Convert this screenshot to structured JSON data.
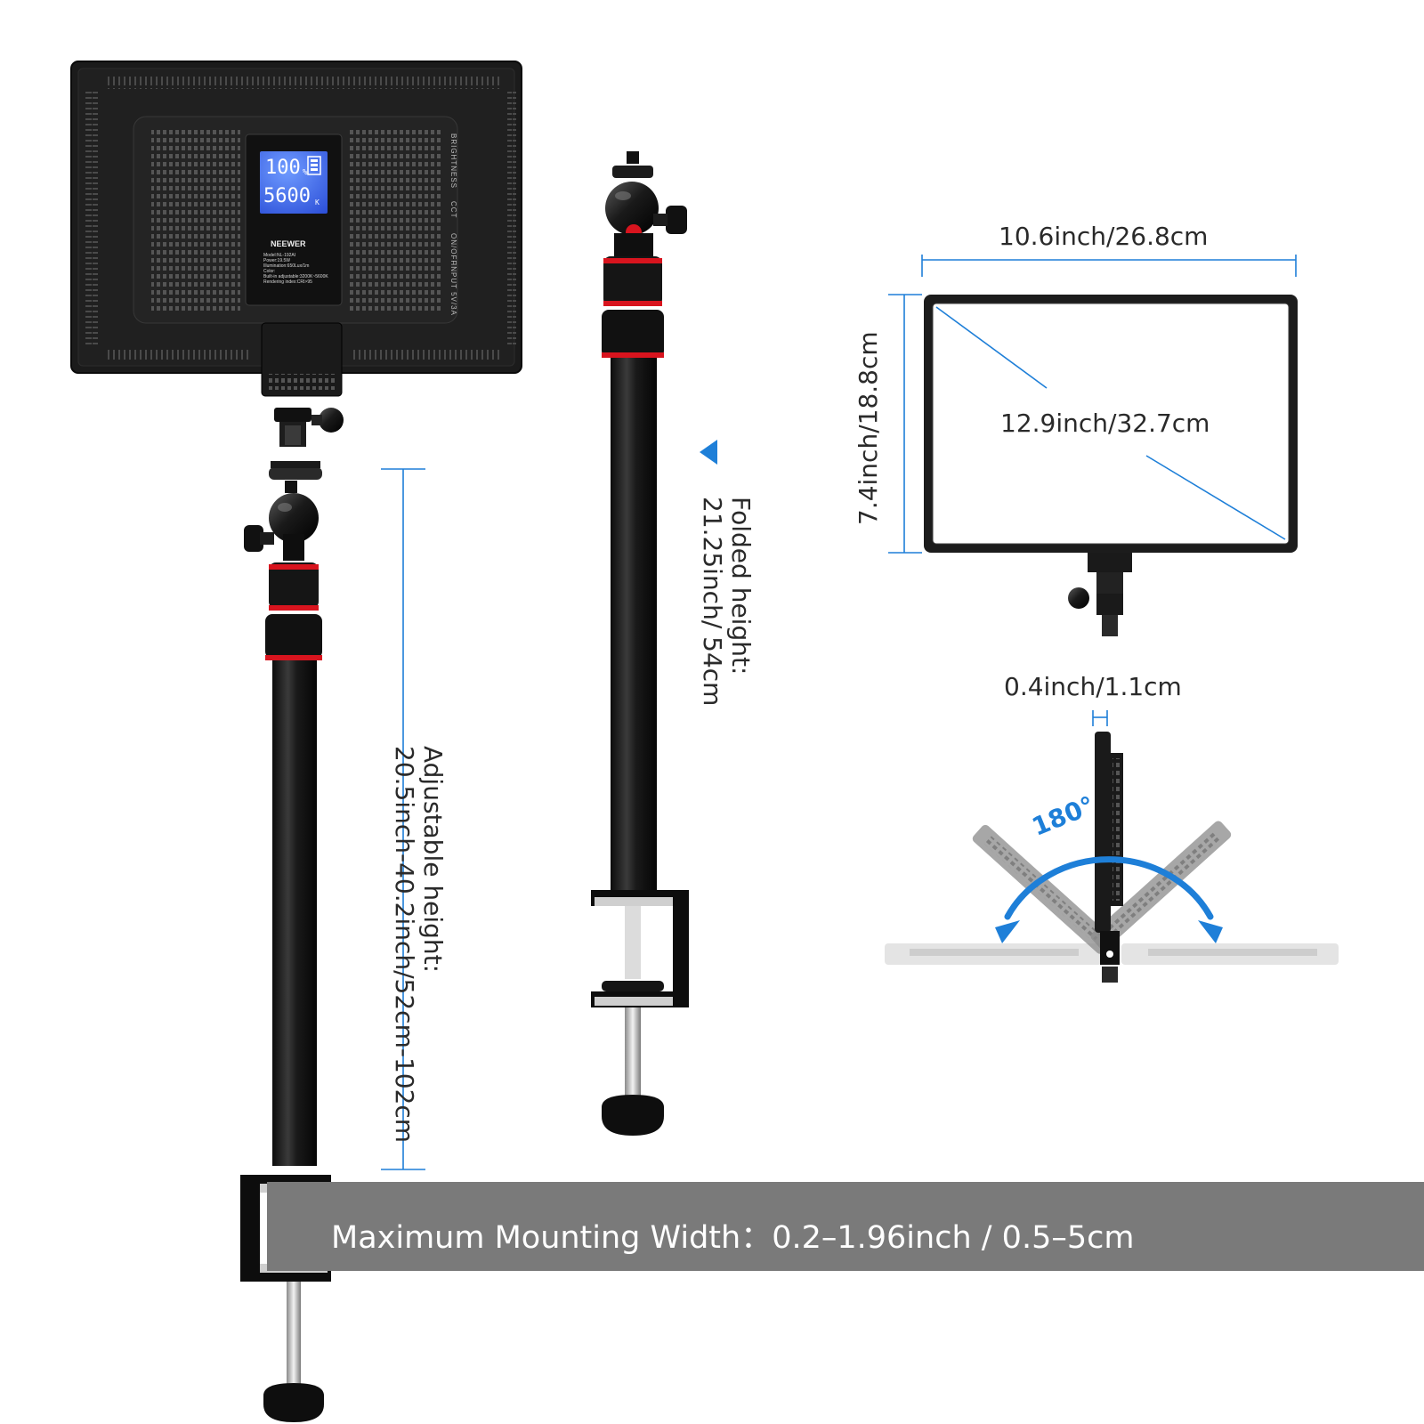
{
  "panel": {
    "lcd_brightness": "100",
    "lcd_brightness_unit": "%",
    "lcd_color_temp": "5600",
    "lcd_color_temp_unit": "K",
    "brand": "NEEWER",
    "spec_lines": [
      "Model:NL-192AI",
      "Power:19.5W",
      "Illumination:650Lux/1m",
      "Color:",
      "Built-in adjustable:3200K~5600K",
      "Rendering index:CRI>95"
    ],
    "side_labels": [
      "BRIGHTNESS",
      "CCT",
      "ON/OFF",
      "INPUT 5V/3A"
    ]
  },
  "dimensions": {
    "width": "10.6inch/26.8cm",
    "height": "7.4inch/18.8cm",
    "diagonal": "12.9inch/32.7cm",
    "thickness": "0.4inch/1.1cm",
    "rotation": "180°"
  },
  "stand": {
    "adjustable_label": "Adjustable height:",
    "adjustable_value": "20.5inch-40.2inch/52cm-102cm",
    "folded_label": "Folded height:",
    "folded_value": "21.25inch/ 54cm"
  },
  "banner": {
    "text": "Maximum Mounting Width：0.2–1.96inch / 0.5–5cm"
  },
  "colors": {
    "accent_blue": "#1e7fd8",
    "red_ring": "#d8141e",
    "banner_gray": "#7a7a7a"
  }
}
